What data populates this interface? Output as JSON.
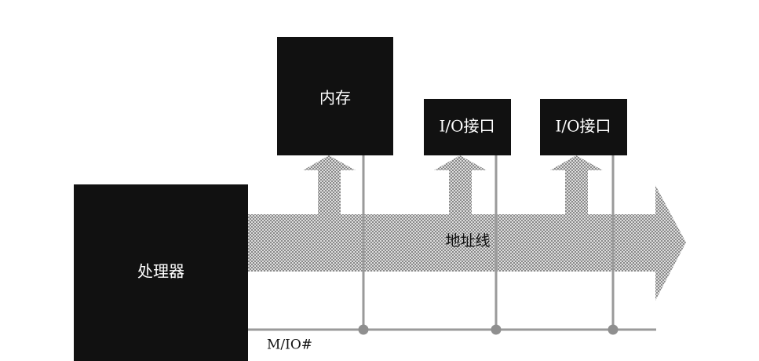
{
  "processor": {
    "label": "处理器"
  },
  "memory": {
    "label": "内存"
  },
  "io_interfaces": [
    {
      "label": "I/O接口"
    },
    {
      "label": "I/O接口"
    }
  ],
  "address_bus": {
    "label": "地址线"
  },
  "control_line": {
    "label": "M/IO#"
  },
  "colors": {
    "box_fill": "#111111",
    "box_text": "#ffffff",
    "bus_pattern_dark": "#8a8a8a",
    "bus_pattern_light": "#dcdcdc",
    "line": "#9a9a9a",
    "junction": "#8f8f8f"
  }
}
